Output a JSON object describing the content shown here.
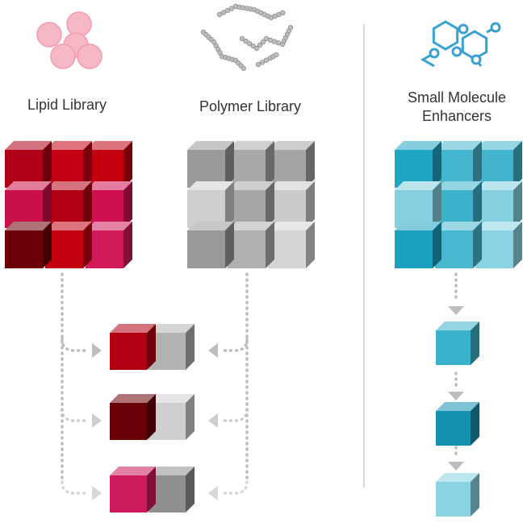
{
  "labels": {
    "lipid": "Lipid Library",
    "polymer": "Polymer Library",
    "small_molecule_line1": "Small Molecule",
    "small_molecule_line2": "Enhancers"
  },
  "icons": {
    "lipid": "lipid-spheres-icon",
    "polymer": "polymer-chains-icon",
    "small_molecule": "molecule-structure-icon"
  },
  "colors": {
    "lipid_icon": "#f7b8c6",
    "polymer_icon": "#bdbdbd",
    "molecule_icon": "#3a9fd1",
    "divider": "#cccccc",
    "arrow": "#bdbdbd"
  },
  "grids": {
    "lipid": [
      "#b00016",
      "#c50015",
      "#c2000f",
      "#c8104a",
      "#b20014",
      "#cc1050",
      "#6b0008",
      "#c20012",
      "#d01a5a"
    ],
    "polymer": [
      "#9a9a9a",
      "#a9a9a9",
      "#a5a5a5",
      "#cfcfcf",
      "#a6a6a6",
      "#cbcbcb",
      "#999999",
      "#b0b0b0",
      "#d4d4d4"
    ],
    "enhancers": [
      "#1fa6c4",
      "#45b6cf",
      "#42b4cd",
      "#85d0e0",
      "#3cb2cc",
      "#86d1e1",
      "#1aa1c0",
      "#48b8d1",
      "#8ad3e3"
    ]
  },
  "pairs": [
    {
      "lipid": "#b00012",
      "polymer": "#b3b3b3"
    },
    {
      "lipid": "#690008",
      "polymer": "#cfcfcf"
    },
    {
      "lipid": "#cc1a5c",
      "polymer": "#8f8f8f"
    }
  ],
  "enhancer_sequence": [
    "#3ab2cc",
    "#1490b1",
    "#8ad3e3"
  ]
}
